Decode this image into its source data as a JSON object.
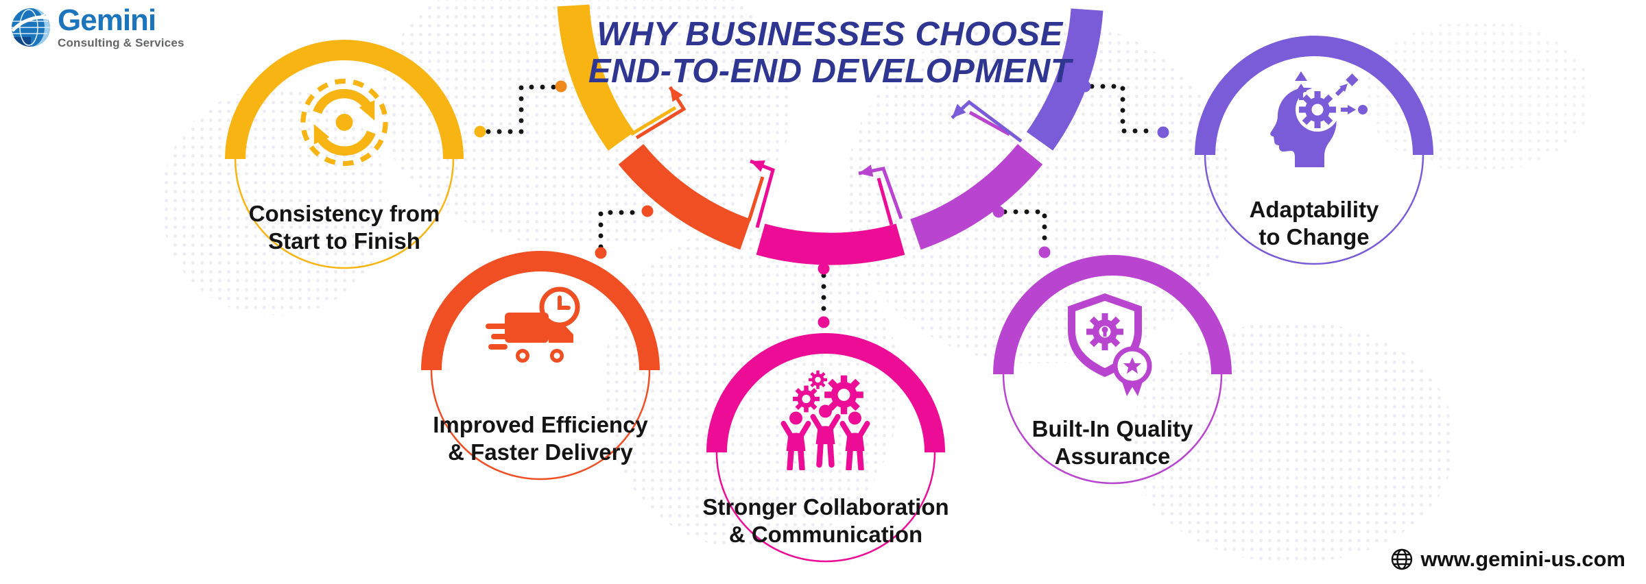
{
  "brand": {
    "name": "Gemini",
    "tagline": "Consulting & Services"
  },
  "title": {
    "line1": "WHY BUSINESSES CHOOSE",
    "line2": "END-TO-END DEVELOPMENT"
  },
  "items": [
    {
      "label_line1": "Consistency from",
      "label_line2": "Start to Finish",
      "color": "#F7B413",
      "icon": "sync-arrows-icon"
    },
    {
      "label_line1": "Improved Efficiency",
      "label_line2": "& Faster Delivery",
      "color": "#F04E23",
      "icon": "fast-delivery-truck-icon"
    },
    {
      "label_line1": "Stronger Collaboration",
      "label_line2": "& Communication",
      "color": "#ED0C95",
      "icon": "team-holding-gears-icon"
    },
    {
      "label_line1": "Built-In Quality",
      "label_line2": "Assurance",
      "color": "#B844CF",
      "icon": "shield-gear-award-icon"
    },
    {
      "label_line1": "Adaptability",
      "label_line2": "to Change",
      "color": "#7A5CD8",
      "icon": "mind-gear-adapt-icon"
    }
  ],
  "footer": {
    "website": "www.gemini-us.com"
  },
  "colors": {
    "title_navy": "#2F3692",
    "label_text": "#141414",
    "logo_blue": "#1C75BC",
    "logo_gray": "#636466",
    "connector_dots": "#141414",
    "background": "#FFFFFF",
    "map_dots": "#DADAE6"
  }
}
